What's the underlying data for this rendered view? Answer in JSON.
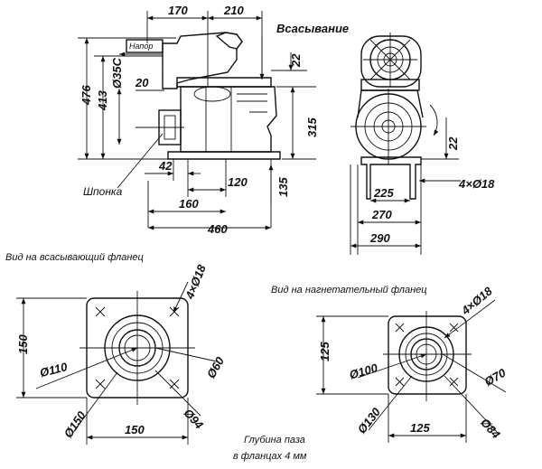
{
  "labels": {
    "vsasyvanie": "Всасывание",
    "napor": "Напор",
    "shponka": "Шпонка",
    "view_suction": "Вид на всасывающий фланец",
    "view_discharge": "Вид на нагнетательный фланец",
    "groove_line1": "Глубина паза",
    "groove_line2": "в фланцах 4 мм"
  },
  "side_view": {
    "d170": "170",
    "d210": "210",
    "d22_top": "22",
    "d20": "20",
    "d35": "Ø35С",
    "d476": "476",
    "d413": "413",
    "d315": "315",
    "d42": "42",
    "d120": "120",
    "d135": "135",
    "d160": "160",
    "d460": "460"
  },
  "end_view": {
    "d22": "22",
    "d4x18": "4×Ø18",
    "d225": "225",
    "d270": "270",
    "d290": "290"
  },
  "suction_flange": {
    "d150_left": "150",
    "d110": "Ø110",
    "d4x18": "4×Ø18",
    "d60": "Ø60",
    "d150_diag": "Ø150",
    "d94": "Ø94",
    "d150_bottom": "150"
  },
  "discharge_flange": {
    "d125_left": "125",
    "d100": "Ø100",
    "d4x18": "4×Ø18",
    "d70": "Ø70",
    "d130": "Ø130",
    "d84": "Ø84",
    "d125_bottom": "125"
  }
}
